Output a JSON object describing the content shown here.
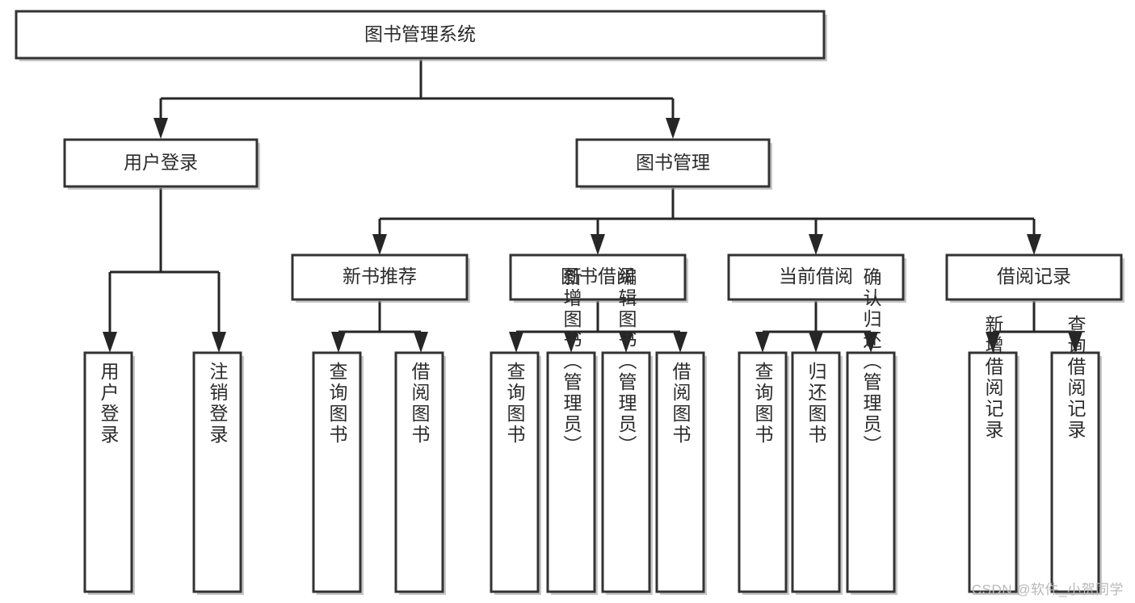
{
  "diagram": {
    "type": "tree-hierarchy-flowchart",
    "root": {
      "label": "图书管理系统",
      "orientation": "horizontal"
    },
    "level1": [
      {
        "label": "用户登录",
        "orientation": "horizontal"
      },
      {
        "label": "图书管理",
        "orientation": "horizontal"
      }
    ],
    "level2": [
      {
        "label": "新书推荐",
        "orientation": "horizontal"
      },
      {
        "label": "图书借阅",
        "orientation": "horizontal"
      },
      {
        "label": "当前借阅",
        "orientation": "horizontal"
      },
      {
        "label": "借阅记录",
        "orientation": "horizontal"
      }
    ],
    "leaves": [
      {
        "label": "用户登录",
        "orientation": "vertical",
        "parent": "用户登录"
      },
      {
        "label": "注销登录",
        "orientation": "vertical",
        "parent": "用户登录"
      },
      {
        "label": "查询图书",
        "orientation": "vertical",
        "parent": "新书推荐"
      },
      {
        "label": "借阅图书",
        "orientation": "vertical",
        "parent": "新书推荐"
      },
      {
        "label": "查询图书",
        "orientation": "vertical",
        "parent": "图书借阅"
      },
      {
        "label": "新增图书（管理员）",
        "orientation": "vertical",
        "parent": "图书借阅"
      },
      {
        "label": "编辑图书（管理员）",
        "orientation": "vertical",
        "parent": "图书借阅"
      },
      {
        "label": "借阅图书",
        "orientation": "vertical",
        "parent": "图书借阅"
      },
      {
        "label": "查询图书",
        "orientation": "vertical",
        "parent": "当前借阅"
      },
      {
        "label": "归还图书",
        "orientation": "vertical",
        "parent": "当前借阅"
      },
      {
        "label": "确认归还（管理员）",
        "orientation": "vertical",
        "parent": "当前借阅"
      },
      {
        "label": "新增借阅记录",
        "orientation": "vertical",
        "parent": "借阅记录"
      },
      {
        "label": "查询借阅记录",
        "orientation": "vertical",
        "parent": "借阅记录"
      }
    ],
    "colors": {
      "box_stroke": "#333333",
      "box_fill": "#ffffff",
      "connector": "#262626",
      "text": "#2b2b2b",
      "background": "#ffffff",
      "watermark": "#b8b8b8"
    }
  },
  "watermark": {
    "text": "CSDN @软件_小贺同学"
  }
}
